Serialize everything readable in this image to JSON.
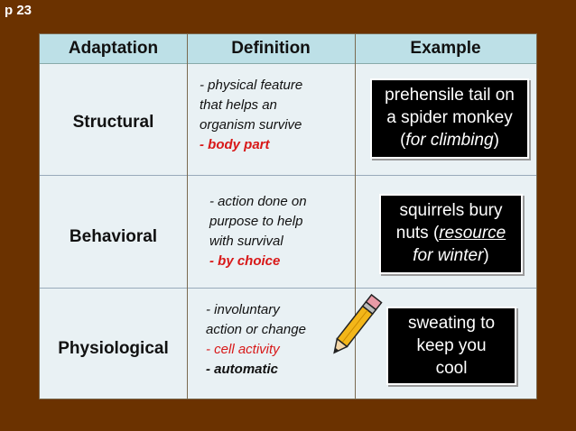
{
  "page_label": "p 23",
  "headers": [
    "Adaptation",
    "Definition",
    "Example"
  ],
  "rows": [
    {
      "term": "Structural",
      "definition": [
        "- physical feature",
        "that helps an",
        "organism survive",
        "- body part"
      ],
      "example": {
        "l1": "prehensile tail on",
        "l2": "a spider monkey",
        "l3_open": "(",
        "l3_italic": "for climbing",
        "l3_close": ")"
      }
    },
    {
      "term": "Behavioral",
      "definition": [
        "- action done on",
        "purpose to help",
        "with survival",
        "- by choice"
      ],
      "example": {
        "l1": "squirrels bury",
        "l2_pre": "nuts (",
        "l2_u": "resource",
        "l3_italic": "for winter",
        "l3_close": ")"
      }
    },
    {
      "term": "Physiological",
      "definition": [
        "- involuntary",
        "action or change",
        "- cell activity",
        "- automatic"
      ],
      "example": {
        "l1": "sweating to",
        "l2": "keep you",
        "l3": "cool"
      }
    }
  ],
  "colors": {
    "background": "#6b3200",
    "header": "#bde0e7",
    "cell": "#e9f1f4",
    "highlight_red": "#d81818"
  },
  "icons": [
    "pencil-icon"
  ]
}
